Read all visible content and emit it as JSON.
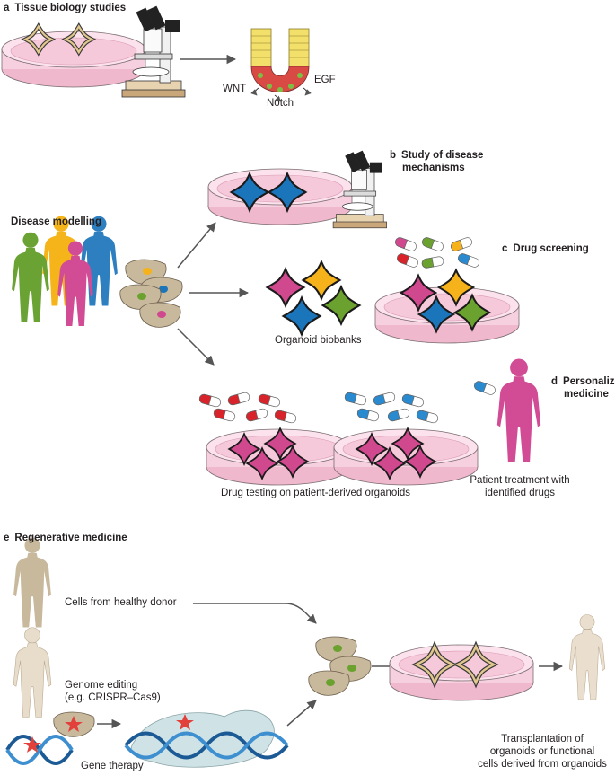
{
  "sections": {
    "a": {
      "letter": "a",
      "title": "Tissue biology studies"
    },
    "b": {
      "letter": "b",
      "title_line1": "Study of disease",
      "title_line2": "mechanisms"
    },
    "c": {
      "letter": "c",
      "title": "Drug screening"
    },
    "d": {
      "letter": "d",
      "title_line1": "Personalized",
      "title_line2": "medicine"
    },
    "e": {
      "letter": "e",
      "title": "Regenerative medicine"
    }
  },
  "signals": {
    "wnt": "WNT",
    "notch": "Notch",
    "egf": "EGF"
  },
  "labels": {
    "disease_modelling": "Disease modelling",
    "organoid_biobanks": "Organoid biobanks",
    "drug_testing": "Drug testing on patient-derived organoids",
    "patient_treatment_line1": "Patient treatment with",
    "patient_treatment_line2": "identified drugs",
    "cells_healthy_donor": "Cells from healthy donor",
    "genome_editing_line1": "Genome editing",
    "genome_editing_line2": "(e.g. CRISPR–Cas9)",
    "gene_therapy": "Gene therapy",
    "transplant_line1": "Transplantation of",
    "transplant_line2": "organoids or functional",
    "transplant_line3": "cells derived from organoids"
  },
  "colors": {
    "dish_pink": "#f7d0df",
    "dish_rim": "#e9a9c2",
    "organoid_blue": "#1b75bb",
    "organoid_magenta": "#d0498f",
    "organoid_yellow": "#f5b21a",
    "organoid_green": "#6aa12f",
    "pill_red": "#d8232a",
    "pill_blue": "#2a8ad0",
    "donor_skin": "#c9b79c",
    "star_red": "#e1413a"
  },
  "icons": [
    "microscope-icon",
    "petri-dish-icon",
    "organoid-icon",
    "human-figure-icon",
    "cell-icon",
    "capsule-icon",
    "dna-icon",
    "arrow-icon"
  ]
}
